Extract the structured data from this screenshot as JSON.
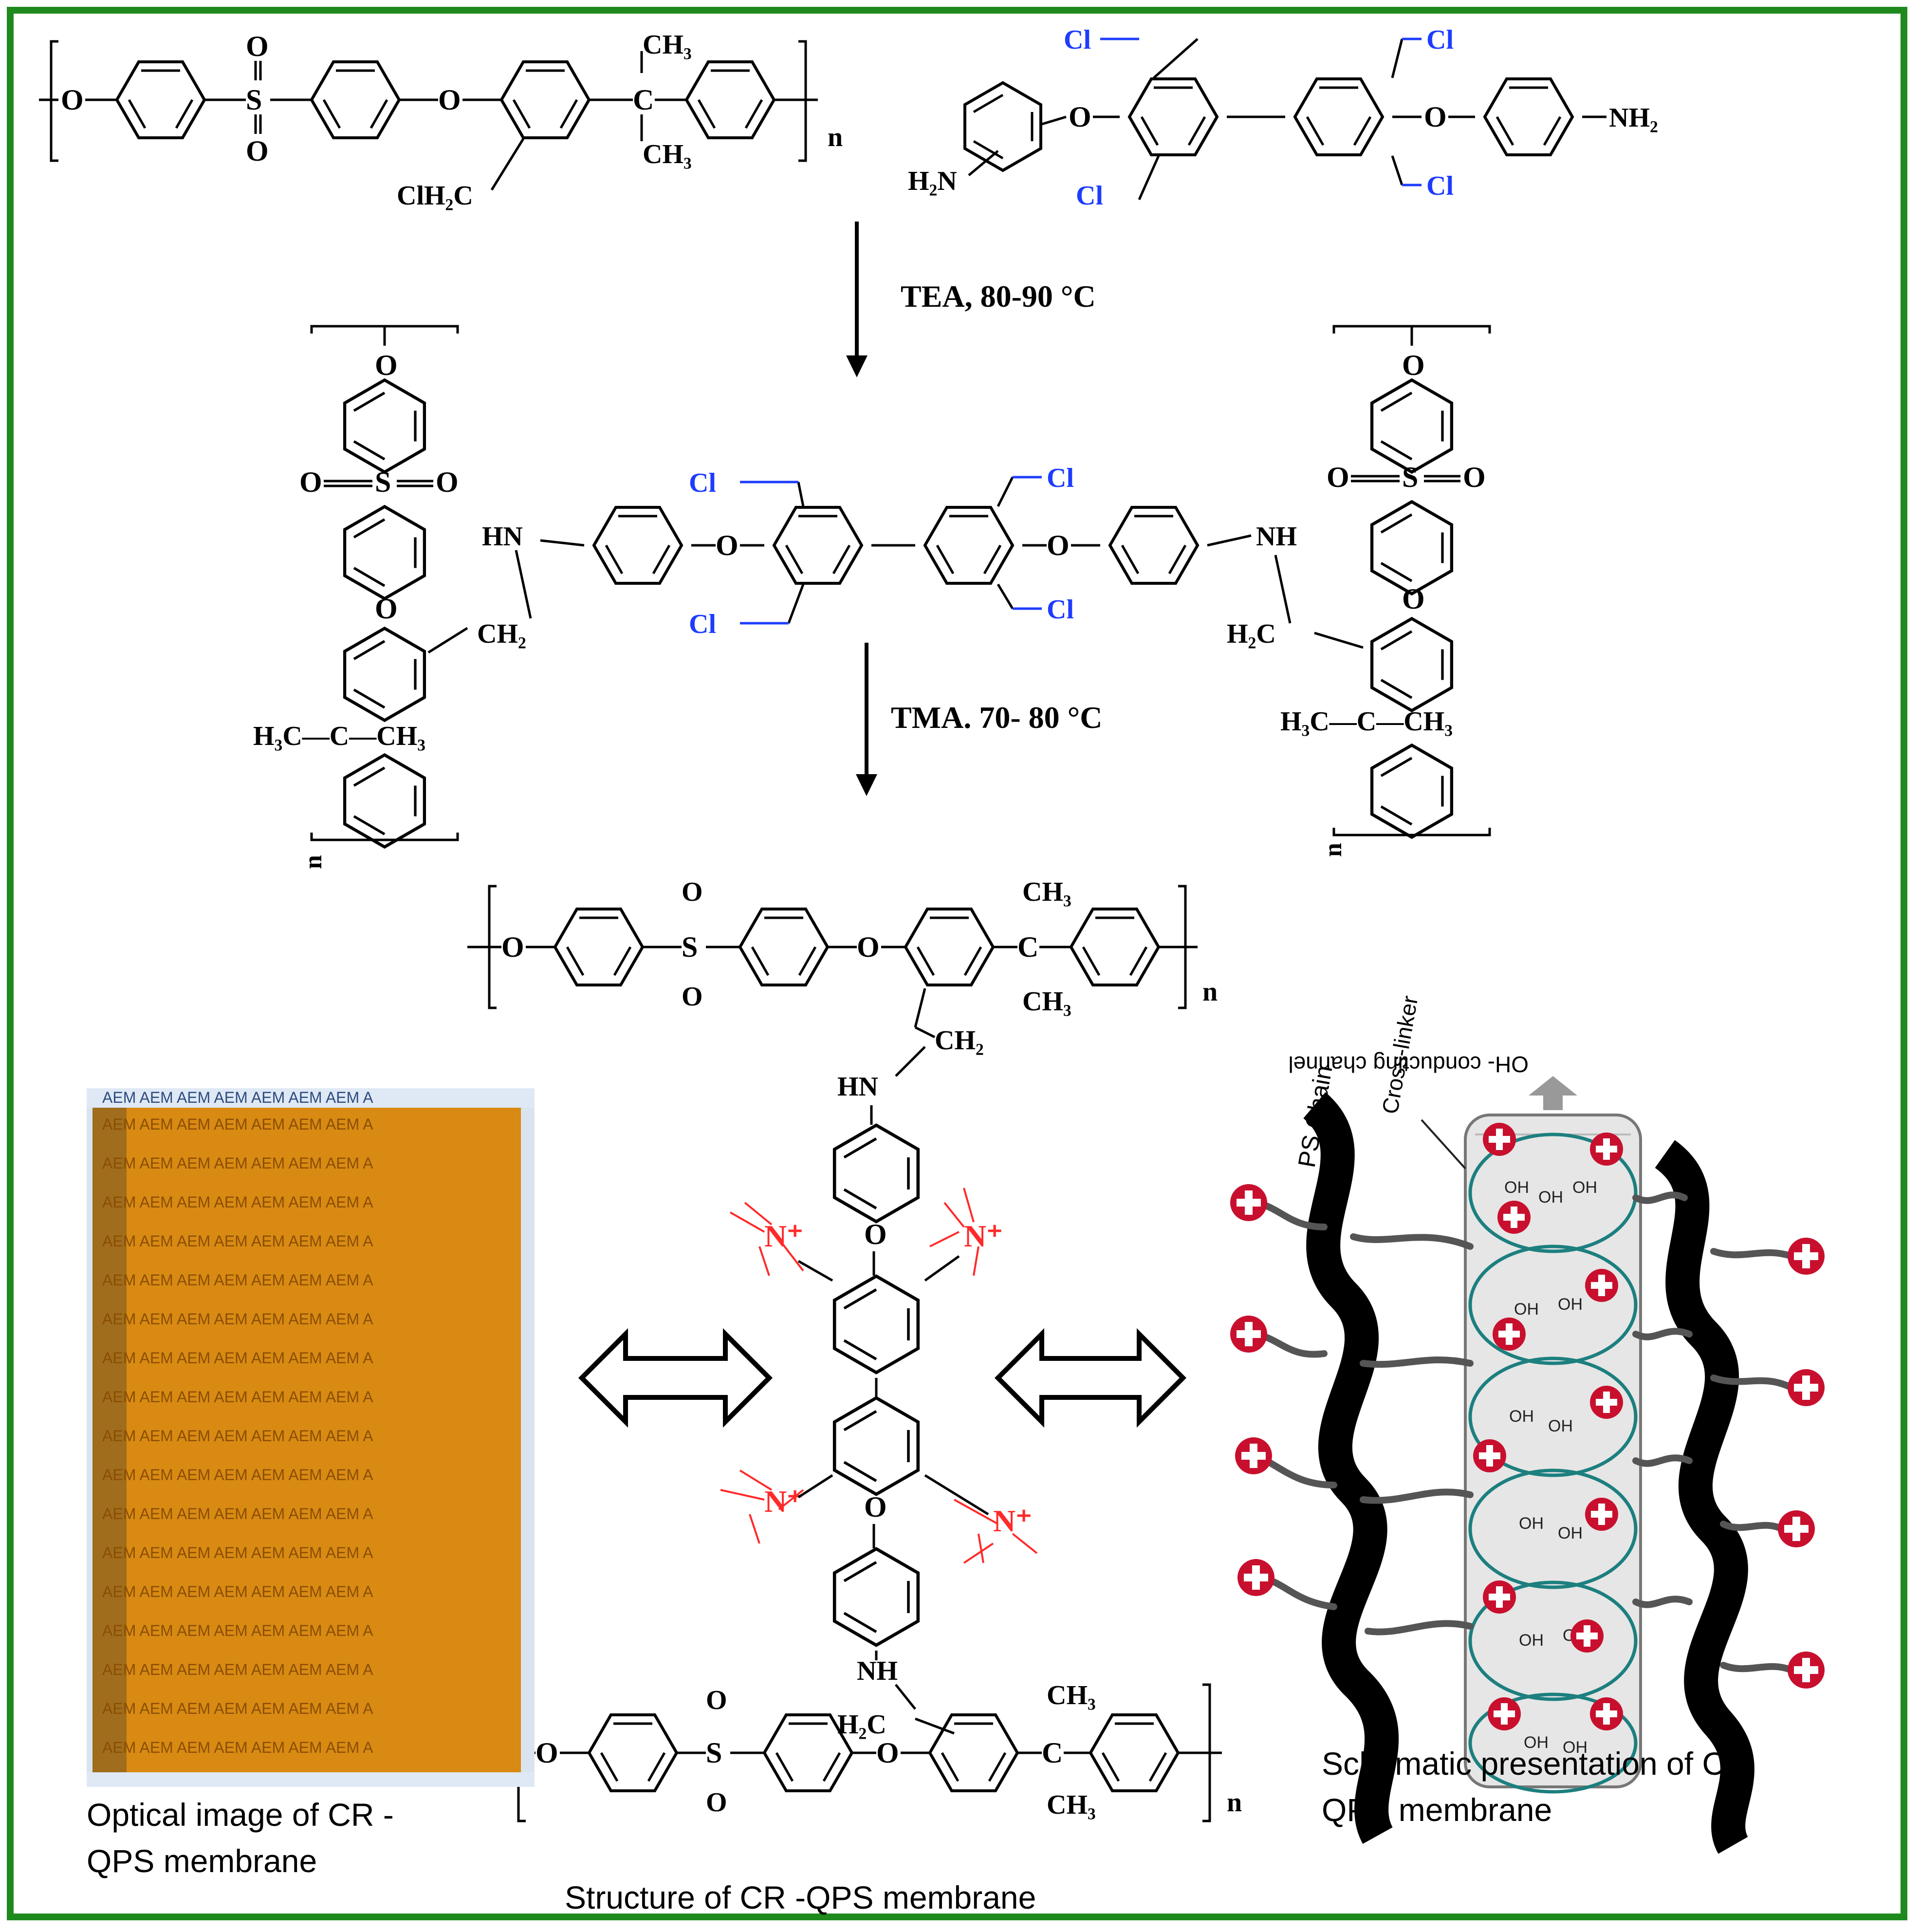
{
  "colors": {
    "frame": "#1e8a1e",
    "chloro": "#1e3cff",
    "ammonium": "#ff2a2a",
    "membrane": "#d98a12",
    "plus_badge": "#c8102e"
  },
  "reagents": {
    "step1": "TEA, 80-90 °C",
    "step2": "TMA. 70- 80 °C"
  },
  "labels": {
    "o": "O",
    "s": "S",
    "n": "n",
    "nh2": "NH₂",
    "h2n": "H₂N",
    "cl": "Cl",
    "ch3": "CH₃",
    "clh2c": "ClH₂C",
    "hn": "HN",
    "nh": "NH",
    "ch2": "CH₂",
    "h2c": "H₂C",
    "h3c_ch3": "H₃C—C—CH₃",
    "nplus": "N⁺",
    "oh": "OH"
  },
  "photo": {
    "watermark_text": "AEM AEM AEM AEM AEM AEM AEM A"
  },
  "captions": {
    "optical": "Optical image of CR - QPS membrane",
    "structure": "Structure of CR -QPS membrane",
    "schematic": "Schematic presentation of CR QPS membrane"
  },
  "schematic_labels": {
    "ps_chain": "PS Chain",
    "crosslinker": "Cross-linker",
    "channel": "OH- conducting channel"
  }
}
